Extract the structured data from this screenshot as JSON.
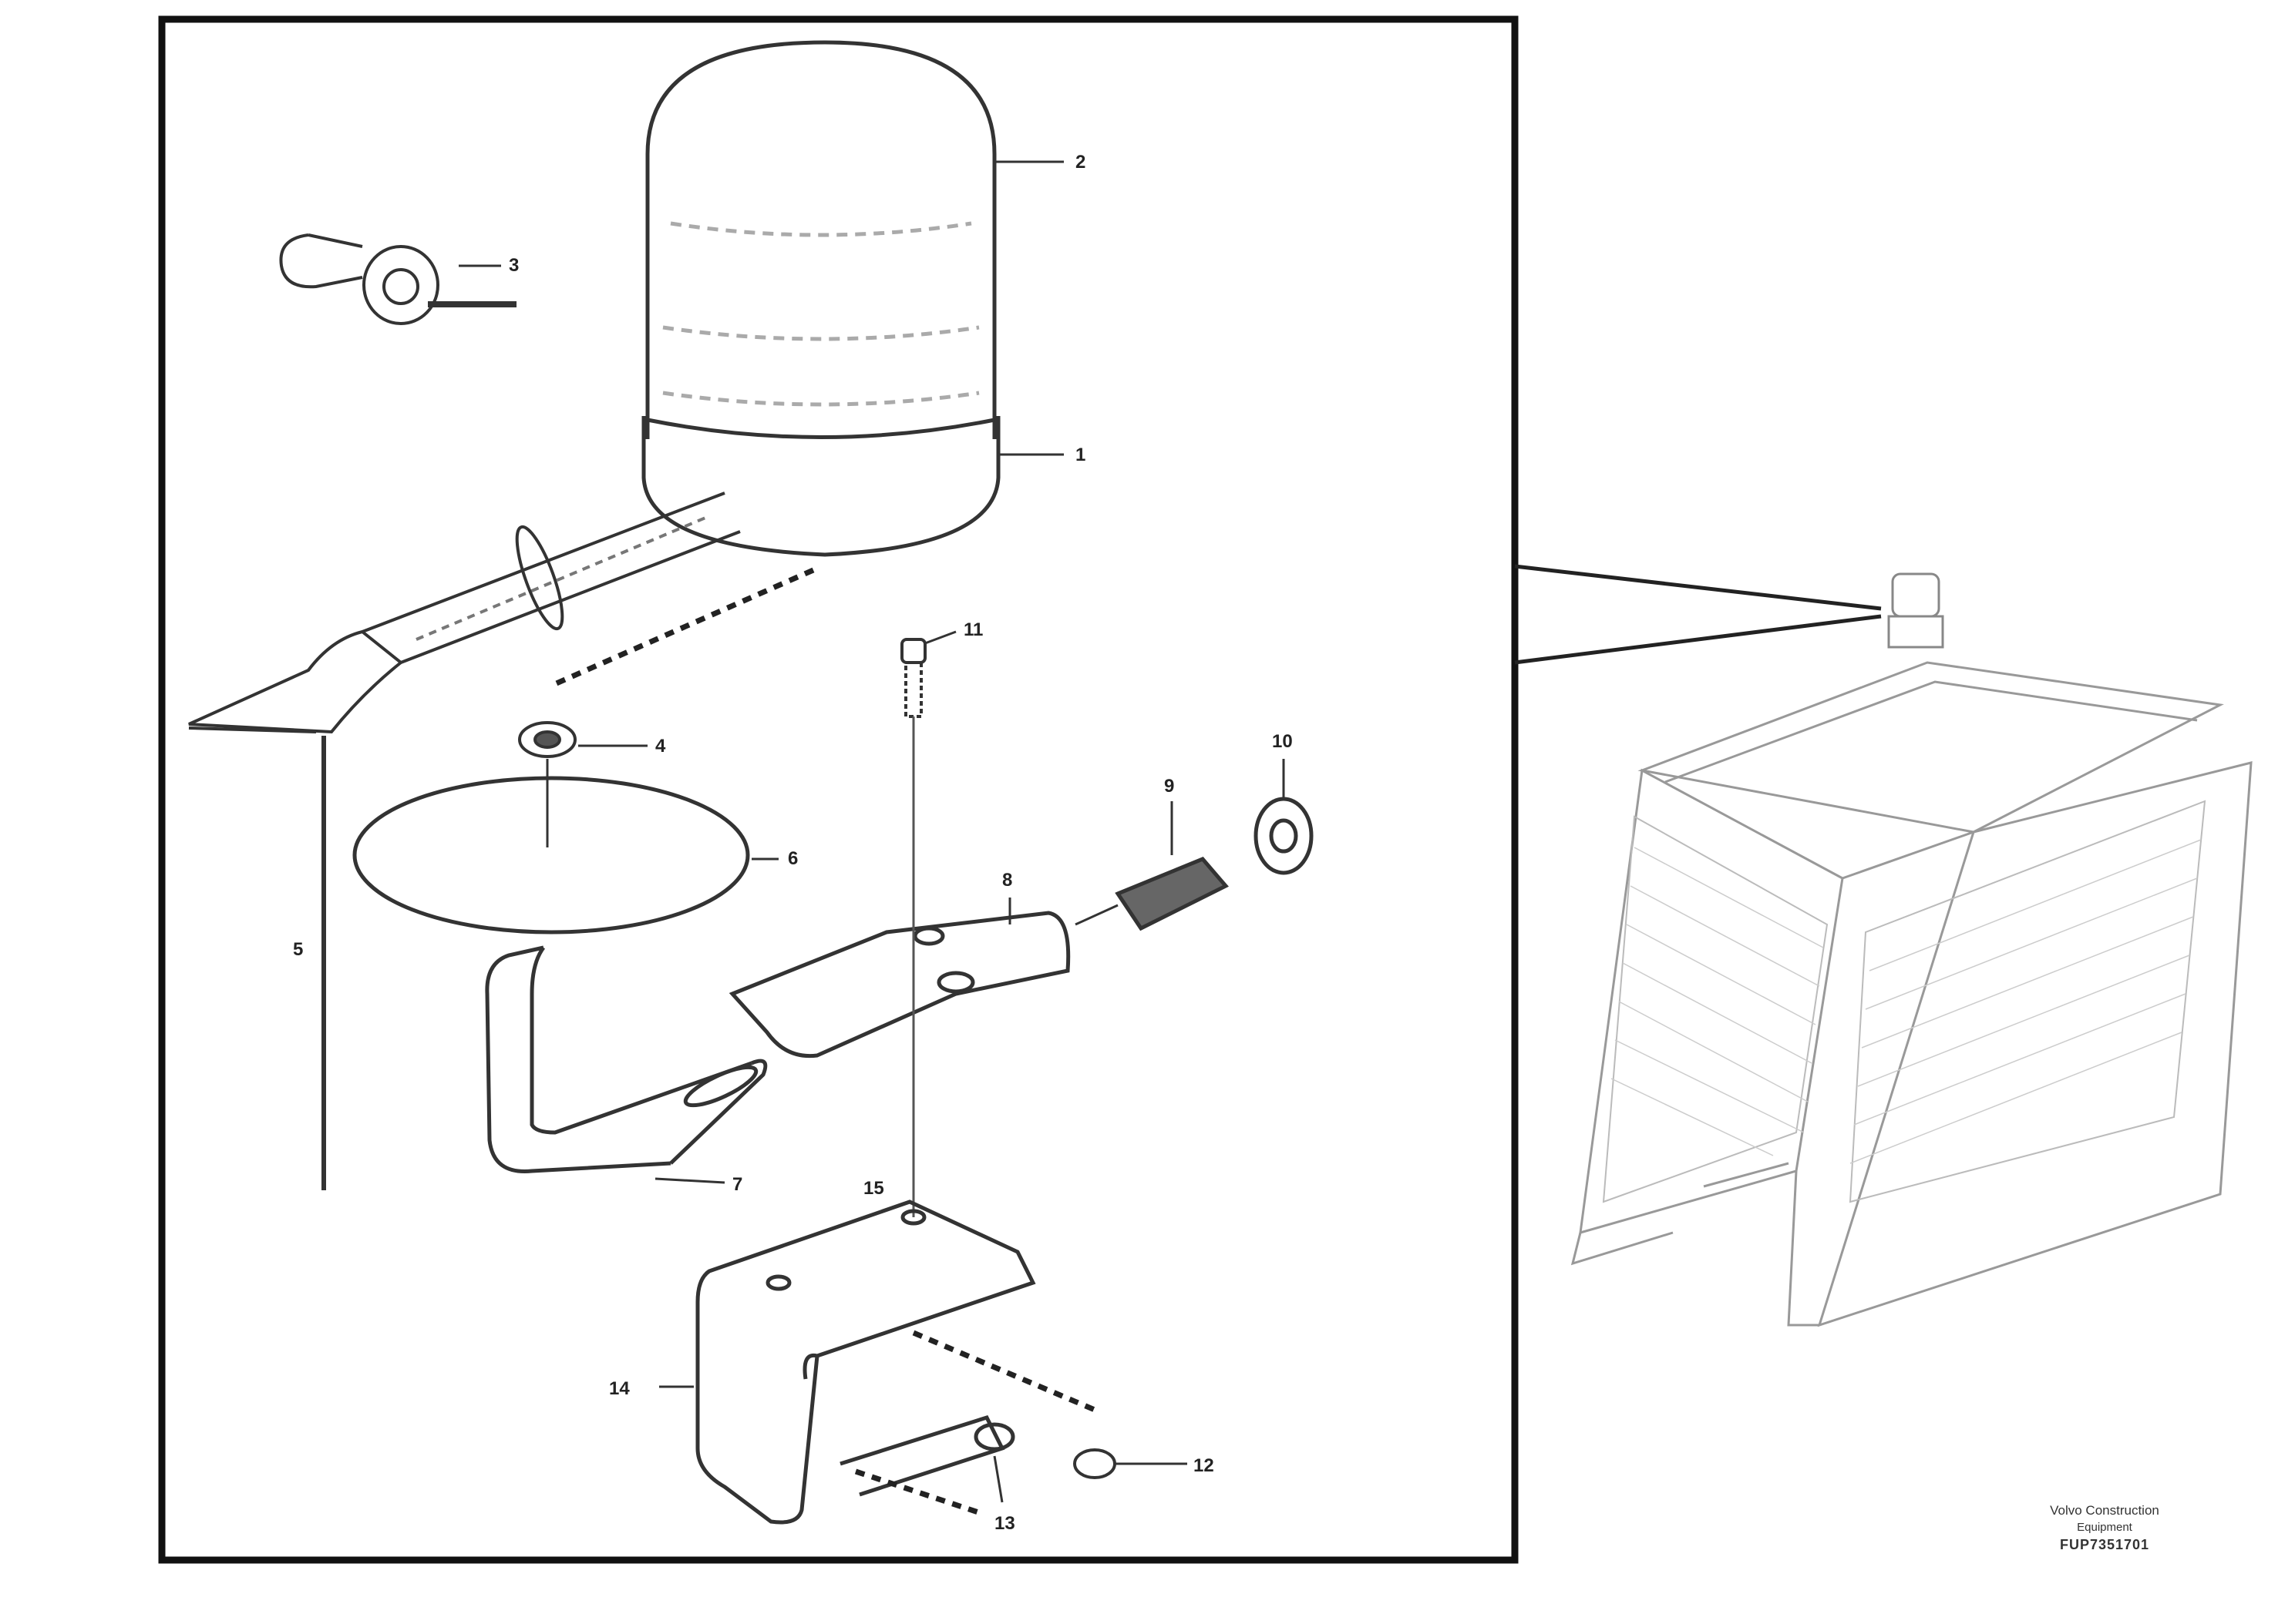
{
  "diagram": {
    "callouts": {
      "c1": "1",
      "c2": "2",
      "c3": "3",
      "c4": "4",
      "c5": "5",
      "c6": "6",
      "c7": "7",
      "c8": "8",
      "c9": "9",
      "c10": "10",
      "c11": "11",
      "c12": "12",
      "c13": "13",
      "c14": "14",
      "c15": "15"
    },
    "caption": {
      "line1": "Volvo Construction",
      "line2": "Equipment",
      "line3": "",
      "drawing_id": "FUP7351701"
    }
  },
  "colors": {
    "line": "#333333",
    "frame": "#111111",
    "faint": "#999999"
  }
}
